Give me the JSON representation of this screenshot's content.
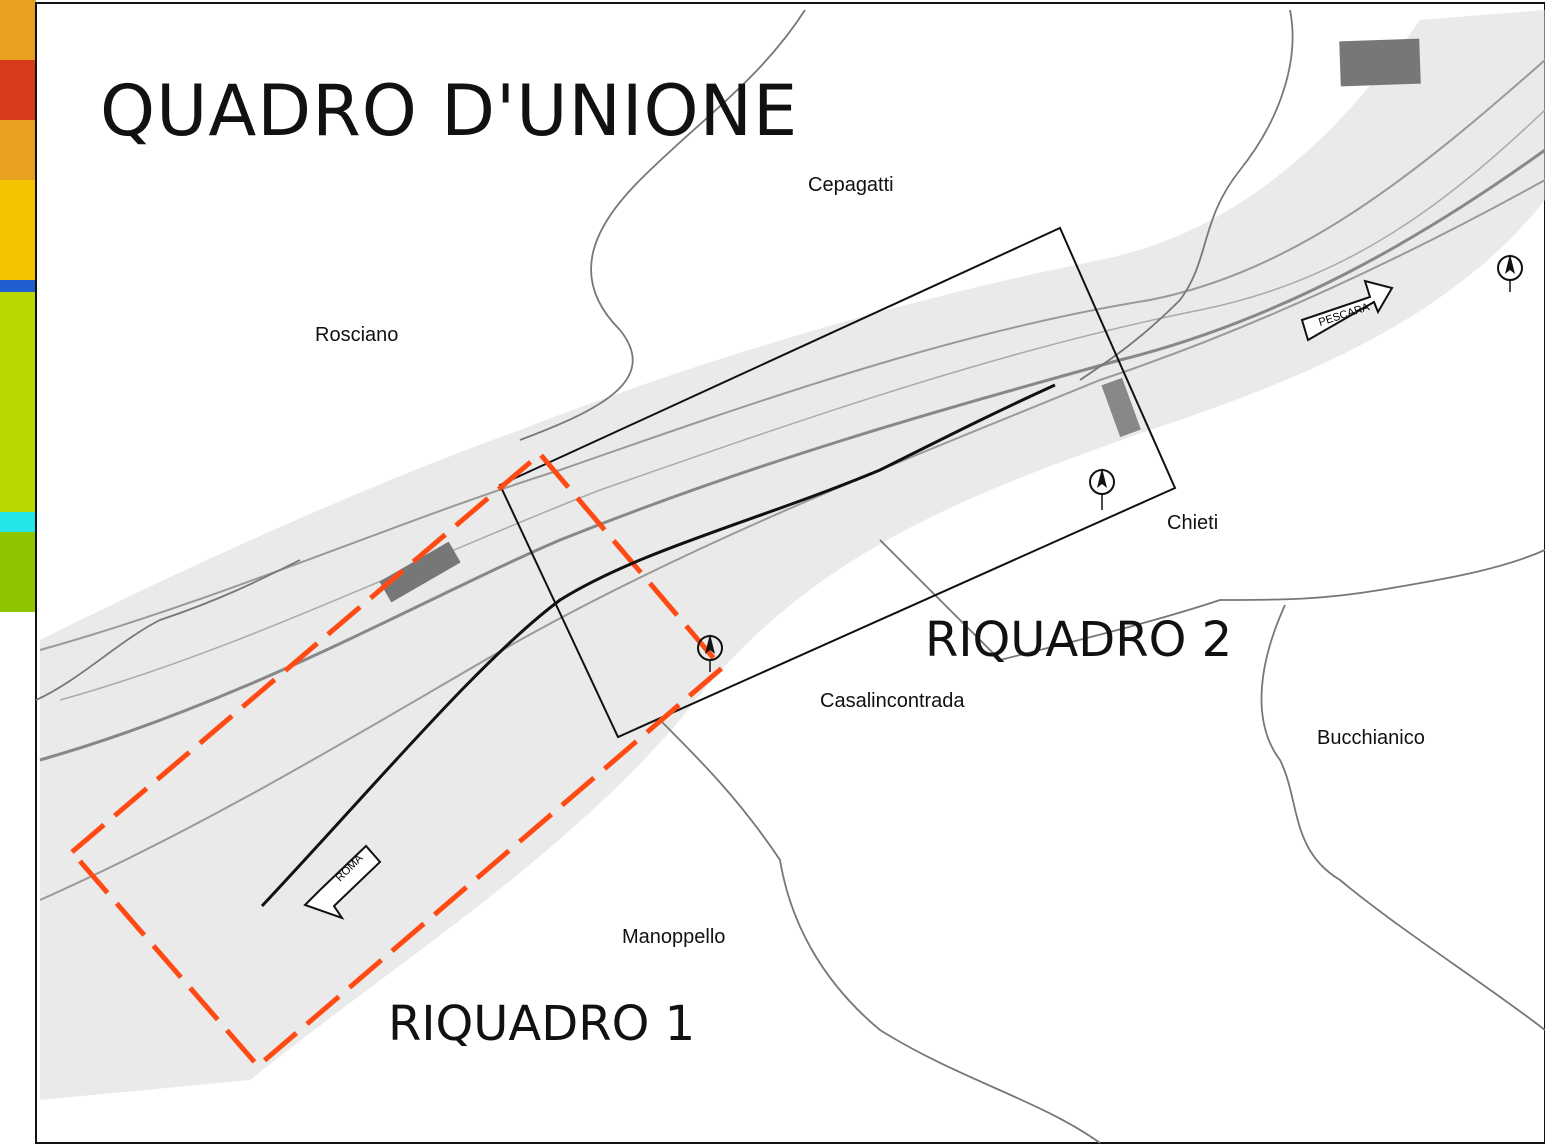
{
  "title": "QUADRO D'UNIONE",
  "insets": [
    {
      "label": "RIQUADRO 1",
      "color": "#ff4a14"
    },
    {
      "label": "RIQUADRO 2",
      "color": "#111111"
    }
  ],
  "towns": [
    "Cepagatti",
    "Rosciano",
    "Chieti",
    "Casalincontrada",
    "Bucchianico",
    "Manoppello"
  ],
  "directions": {
    "west": "ROMA",
    "east": "PESCARA"
  },
  "legend_colors": [
    "#e8a020",
    "#d63b1a",
    "#f4c400",
    "#1f5fd0",
    "#b9d800",
    "#8fc400",
    "#25e6e6"
  ],
  "icons": [
    "north-arrow-icon"
  ]
}
